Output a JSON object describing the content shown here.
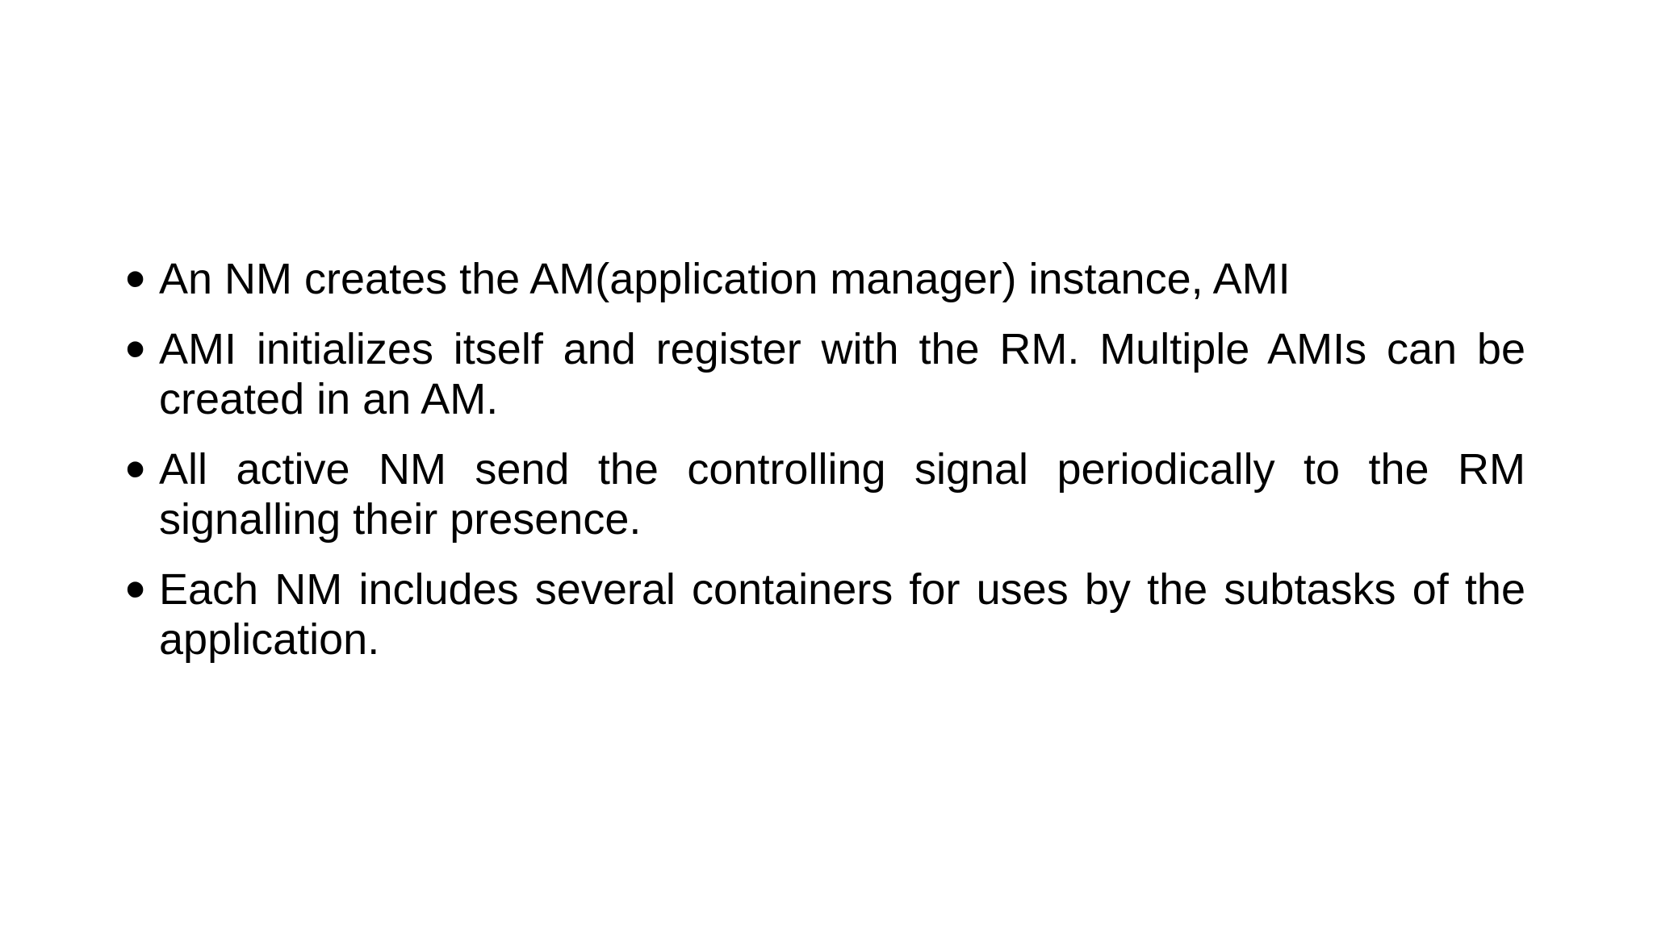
{
  "slide": {
    "background_color": "#ffffff",
    "text_color": "#000000",
    "bullet_char": "•",
    "bullets": [
      {
        "lines": [
          "An NM creates the AM(application manager) instance, AMI"
        ]
      },
      {
        "lines": [
          "AMI initializes itself and register with the RM. Multiple AMIs can be",
          "created in an AM."
        ]
      },
      {
        "lines": [
          "All active NM send the controlling signal periodically to the RM",
          "signalling their presence."
        ]
      },
      {
        "lines": [
          "Each NM includes several containers for uses by the subtasks of the",
          "application."
        ]
      }
    ]
  }
}
